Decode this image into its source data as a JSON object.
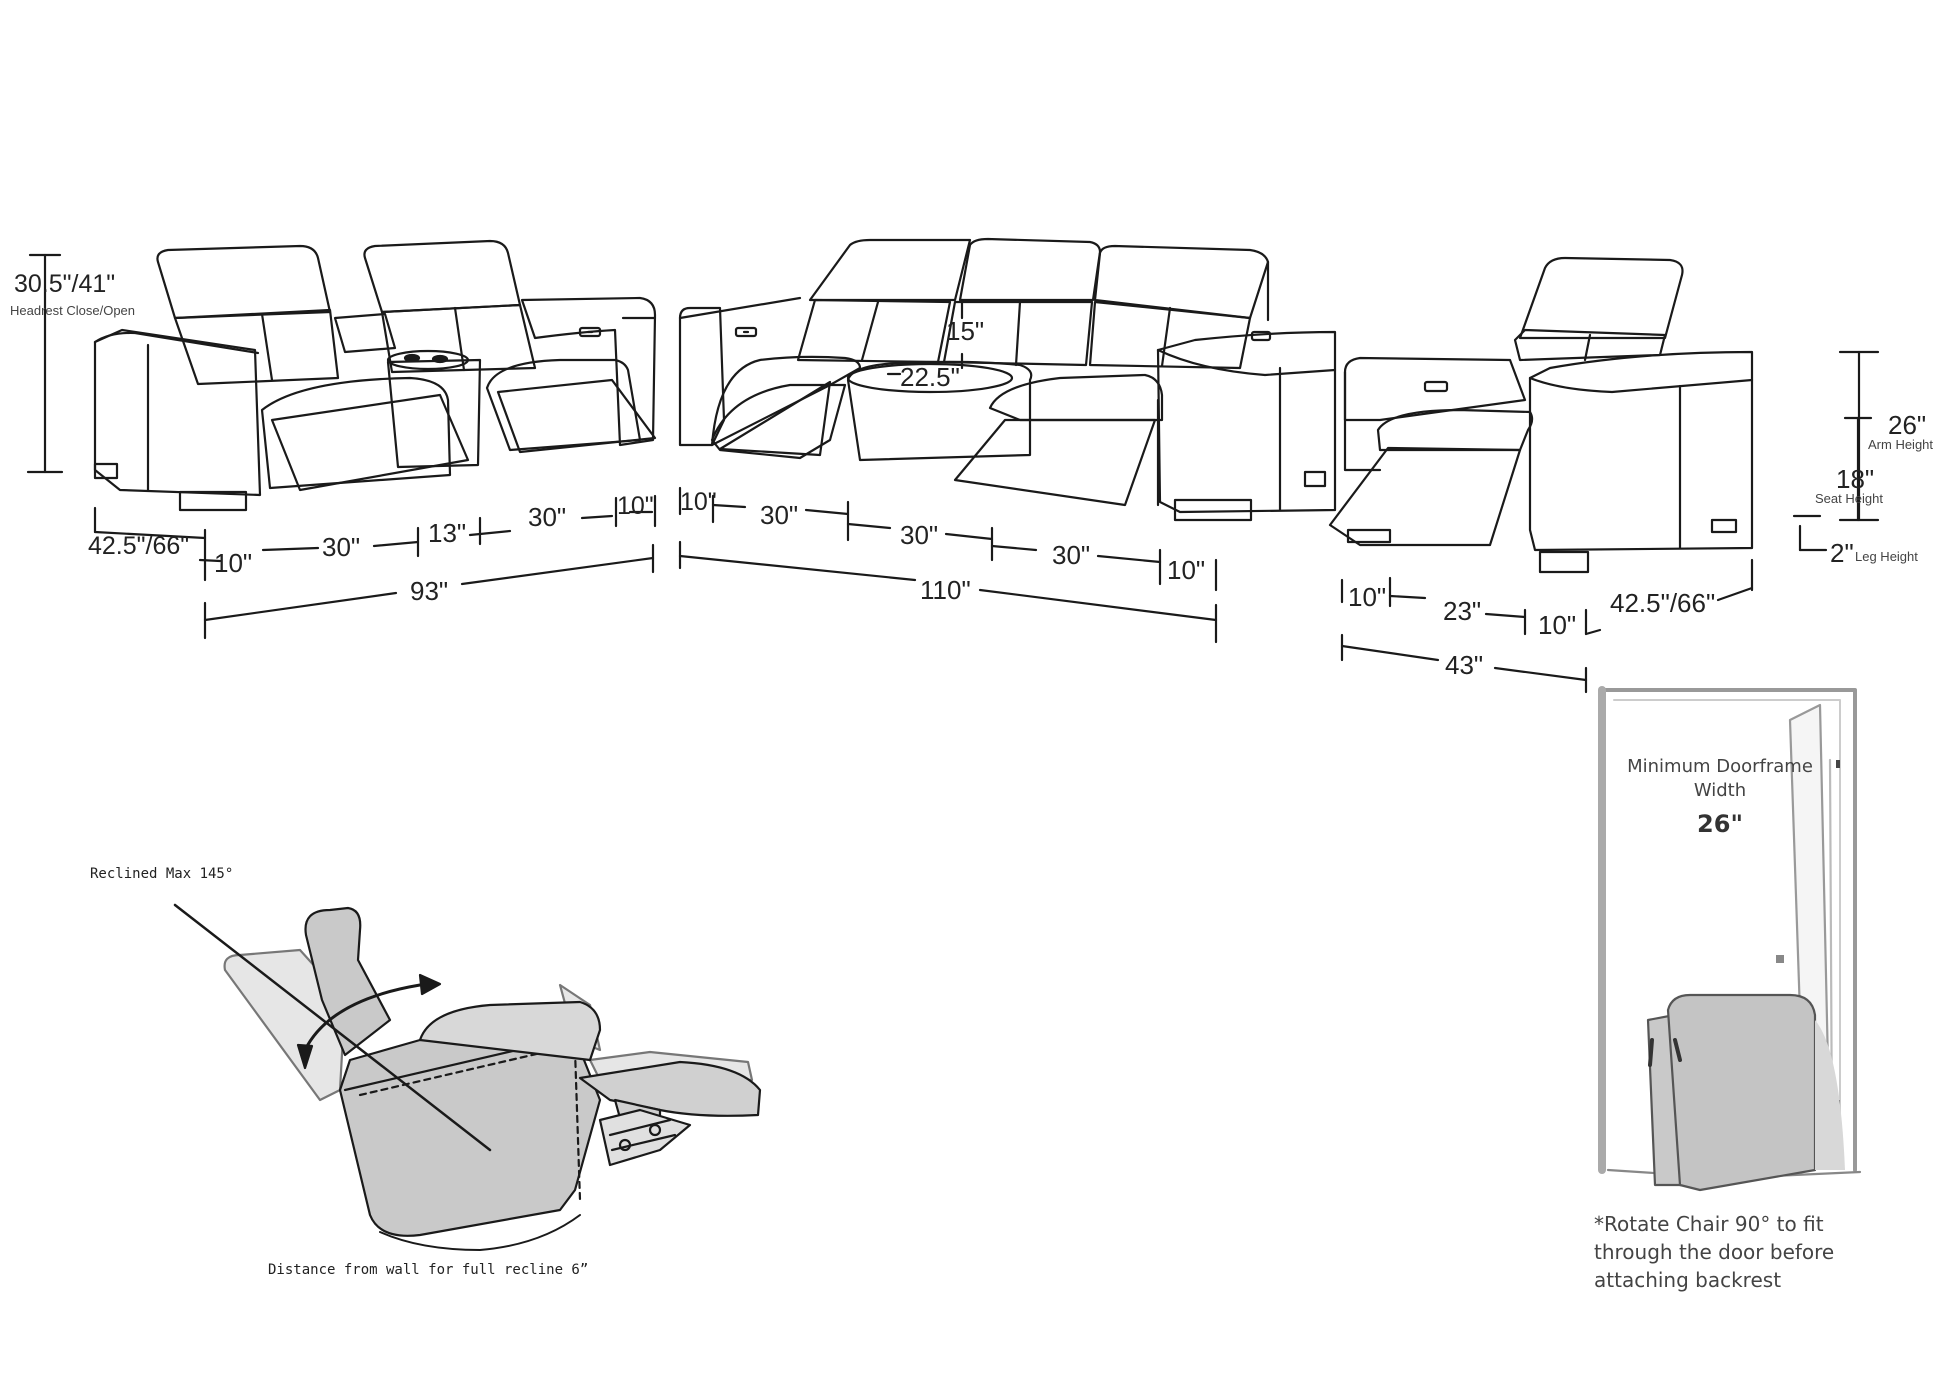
{
  "loveseat": {
    "height": "30.5\"/41\"",
    "height_caption": "Headrest Close/Open",
    "depth": "42.5\"/66\"",
    "seg_arm_left": "10\"",
    "seg_seat_left": "30\"",
    "seg_console": "13\"",
    "seg_seat_right": "30\"",
    "seg_arm_right": "10\"",
    "total": "93\""
  },
  "sofa": {
    "seg_arm_left": "10\"",
    "seg_seat_1": "30\"",
    "seg_seat_2": "30\"",
    "seg_seat_3": "30\"",
    "seg_arm_right": "10\"",
    "total": "110\"",
    "seat_depth": "15\"",
    "seat_width": "22.5\""
  },
  "chair": {
    "seg_arm_left": "10\"",
    "seg_seat": "23\"",
    "seg_arm_right": "10\"",
    "total": "43\"",
    "depth": "42.5\"/66\"",
    "arm_height": "26\"",
    "arm_height_caption": "Arm Height",
    "seat_height": "18\"",
    "seat_height_caption": "Seat Height",
    "leg_height": "2\"",
    "leg_height_caption": "Leg Height"
  },
  "recline": {
    "max_label": "Reclined Max 145°",
    "wall_label": "Distance from wall for full recline 6”"
  },
  "doorframe": {
    "title_line1": "Minimum Doorframe",
    "title_line2": "Width",
    "width_value": "26\"",
    "note_line1": "*Rotate Chair 90° to fit",
    "note_line2": "through the door before",
    "note_line3": "attaching backrest"
  },
  "colors": {
    "line": "#1a1a1a",
    "chair_fill": "#c9c9c9",
    "ghost_fill": "#e6e6e6"
  }
}
